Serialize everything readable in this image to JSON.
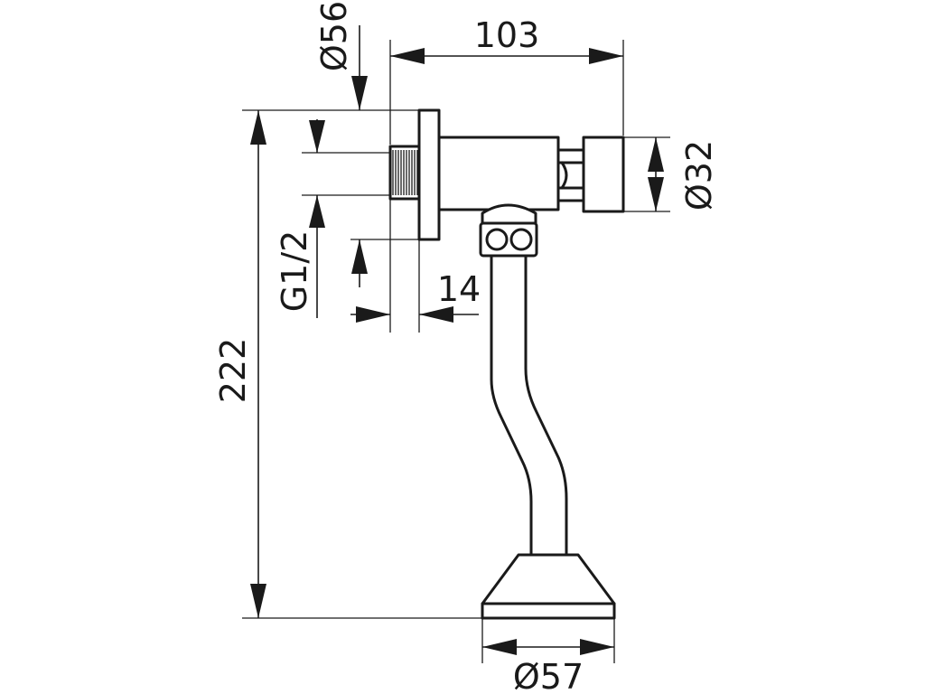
{
  "labels": {
    "width_103": "103",
    "dia_56": "Ø56",
    "dia_32": "Ø32",
    "thread": "G1/2",
    "depth_14": "14",
    "height_222": "222",
    "dia_57": "Ø57"
  }
}
